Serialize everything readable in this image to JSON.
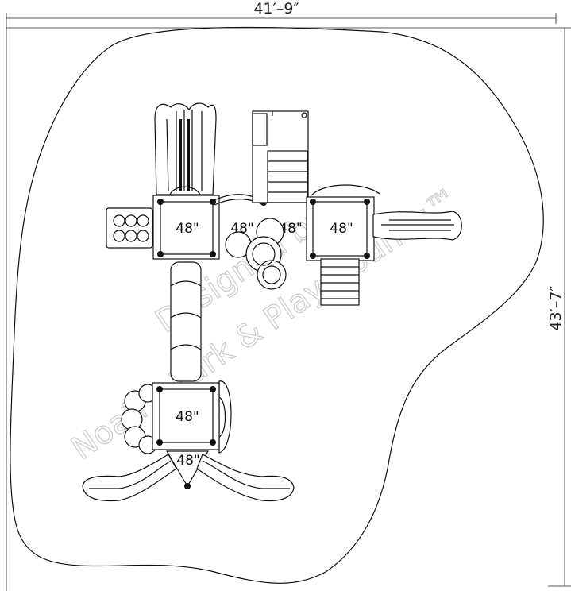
{
  "dimensions": {
    "width": "41′–9″",
    "depth": "43′–7″"
  },
  "watermark": {
    "line1": "Designed by:",
    "line2": "Noah's Park & Playgrounds™"
  },
  "decks": [
    {
      "id": "deck-1",
      "label": "48\""
    },
    {
      "id": "deck-2",
      "label": "48\""
    },
    {
      "id": "deck-3",
      "label": "48\""
    },
    {
      "id": "deck-4",
      "label": "48\""
    },
    {
      "id": "deck-5",
      "label": "48\""
    },
    {
      "id": "deck-6",
      "label": "48\""
    }
  ],
  "colors": {
    "line": "#111111",
    "watermark": "#c8c8c8",
    "background": "#ffffff"
  }
}
